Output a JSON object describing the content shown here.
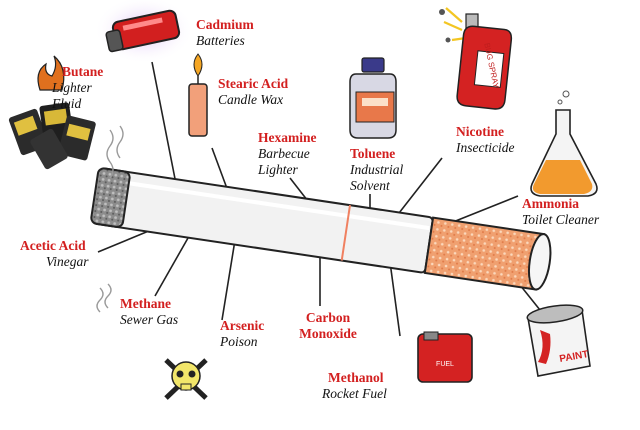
{
  "labels": [
    {
      "id": "cadmium",
      "chemical": "Cadmium",
      "use": "Batteries"
    },
    {
      "id": "butane",
      "chemical": "Butane",
      "use": "Lighter Fluid"
    },
    {
      "id": "stearic",
      "chemical": "Stearic Acid",
      "use": "Candle Wax"
    },
    {
      "id": "toluene",
      "chemical": "Toluene",
      "use": "Industrial Solvent"
    },
    {
      "id": "hexamine",
      "chemical": "Hexamine",
      "use": "Barbecue Lighter"
    },
    {
      "id": "nicotine",
      "chemical": "Nicotine",
      "use": "Insecticide"
    },
    {
      "id": "ammonia",
      "chemical": "Ammonia",
      "use": "Toilet Cleaner"
    },
    {
      "id": "acetic",
      "chemical": "Acetic Acid",
      "use": "Vinegar"
    },
    {
      "id": "methane",
      "chemical": "Methane",
      "use": "Sewer Gas"
    },
    {
      "id": "arsenic",
      "chemical": "Arsenic",
      "use": "Poison"
    },
    {
      "id": "carbon",
      "chemical": "Carbon Monoxide",
      "use": ""
    },
    {
      "id": "methanol",
      "chemical": "Methanol",
      "use": "Rocket Fuel"
    }
  ],
  "illustrations": {
    "spray_can_text": "BUG SPRAY",
    "fuel_can_text": "FUEL",
    "paint_can_text": "PAINT"
  },
  "colors": {
    "chemical_label": "#d32020",
    "use_label": "#111111",
    "filter": "#f0a070",
    "paper": "#f2f2f2"
  },
  "icons": [
    "battery-icon",
    "lighter-icon",
    "candle-icon",
    "solvent-bottle-icon",
    "spray-can-icon",
    "flask-icon",
    "skull-crossbones-icon",
    "fuel-can-icon",
    "paint-can-icon",
    "smoke-icon"
  ]
}
